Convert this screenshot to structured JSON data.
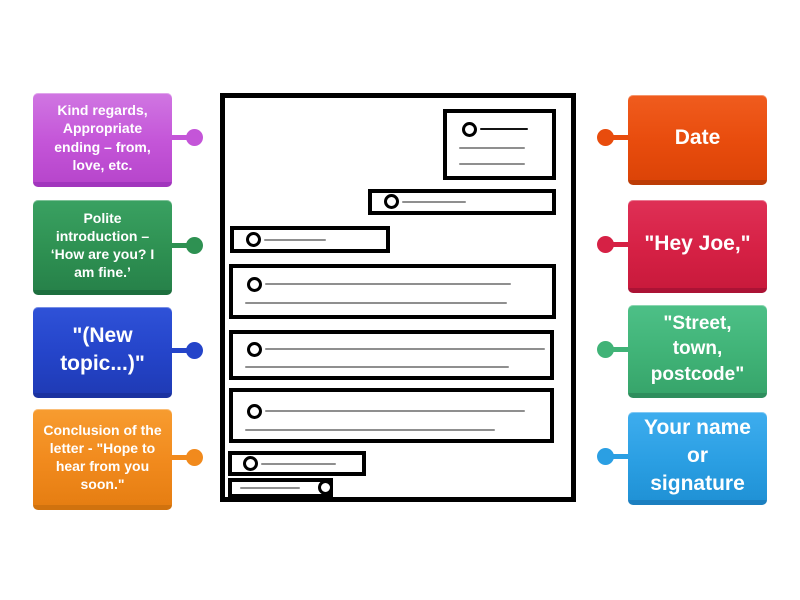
{
  "activity": {
    "type": "labelled-diagram",
    "background_color": "#ffffff",
    "diagram_subject": "informal letter layout sketch"
  },
  "diagram": {
    "outline_color": "#000000",
    "placeholder_line_color": "#8f8f8f",
    "fields": [
      {
        "name": "address-block",
        "rings": 1,
        "lines": 3
      },
      {
        "name": "date-line",
        "rings": 1,
        "lines": 1
      },
      {
        "name": "greeting-line",
        "rings": 1,
        "lines": 1
      },
      {
        "name": "paragraph-1",
        "rings": 1,
        "lines": 2
      },
      {
        "name": "paragraph-2",
        "rings": 1,
        "lines": 2
      },
      {
        "name": "paragraph-3",
        "rings": 1,
        "lines": 2
      },
      {
        "name": "closing-line",
        "rings": 1,
        "lines": 1
      },
      {
        "name": "signature-line",
        "rings": 1,
        "lines": 1
      }
    ]
  },
  "labels": {
    "left": [
      {
        "text": "Kind regards, Appropriate ending – from, love, etc.",
        "color": "#c455d8"
      },
      {
        "text": "Polite introduction – ‘How are you? I am fine.’",
        "color": "#2e9152"
      },
      {
        "text": "\"(New topic...)\"",
        "color": "#2444c9"
      },
      {
        "text": "Conclusion of the letter - \"Hope to hear from you soon.\"",
        "color": "#f18a1d"
      }
    ],
    "right": [
      {
        "text": "Date",
        "color": "#e84c0d"
      },
      {
        "text": "\"Hey Joe,\"",
        "color": "#d62145"
      },
      {
        "text": "\"Street, town, postcode\"",
        "color": "#40b377"
      },
      {
        "text": "Your name or signature",
        "color": "#2b9fe3"
      }
    ]
  }
}
